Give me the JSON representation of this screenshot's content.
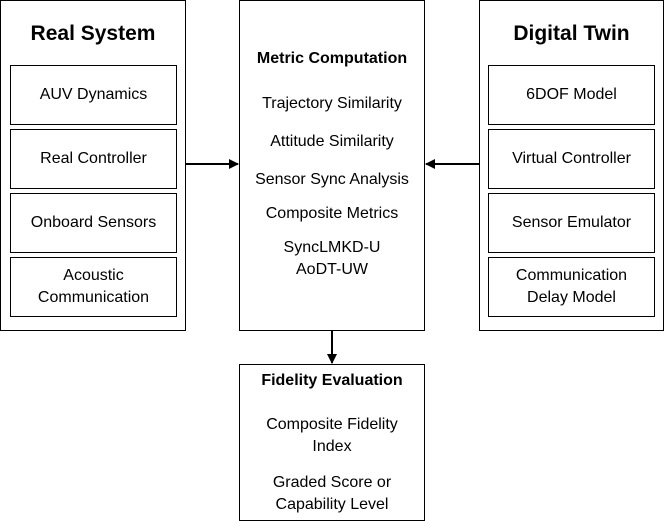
{
  "real_system": {
    "title": "Real System",
    "items": [
      "AUV Dynamics",
      "Real Controller",
      "Onboard Sensors",
      "Acoustic\nCommunication"
    ]
  },
  "metric_computation": {
    "title": "Metric Computation",
    "items": [
      "Trajectory Similarity",
      "Attitude Similarity",
      "Sensor Sync Analysis",
      "Composite Metrics",
      "SyncLMKD-U",
      "AoDT-UW"
    ]
  },
  "digital_twin": {
    "title": "Digital Twin",
    "items": [
      "6DOF Model",
      "Virtual Controller",
      "Sensor Emulator",
      "Communication\nDelay Model"
    ]
  },
  "fidelity_evaluation": {
    "title": "Fidelity Evaluation",
    "items": [
      "Composite Fidelity",
      "Index",
      "Graded Score or",
      "Capability Level"
    ]
  },
  "colors": {
    "stroke": "#000000",
    "fill": "#ffffff"
  }
}
